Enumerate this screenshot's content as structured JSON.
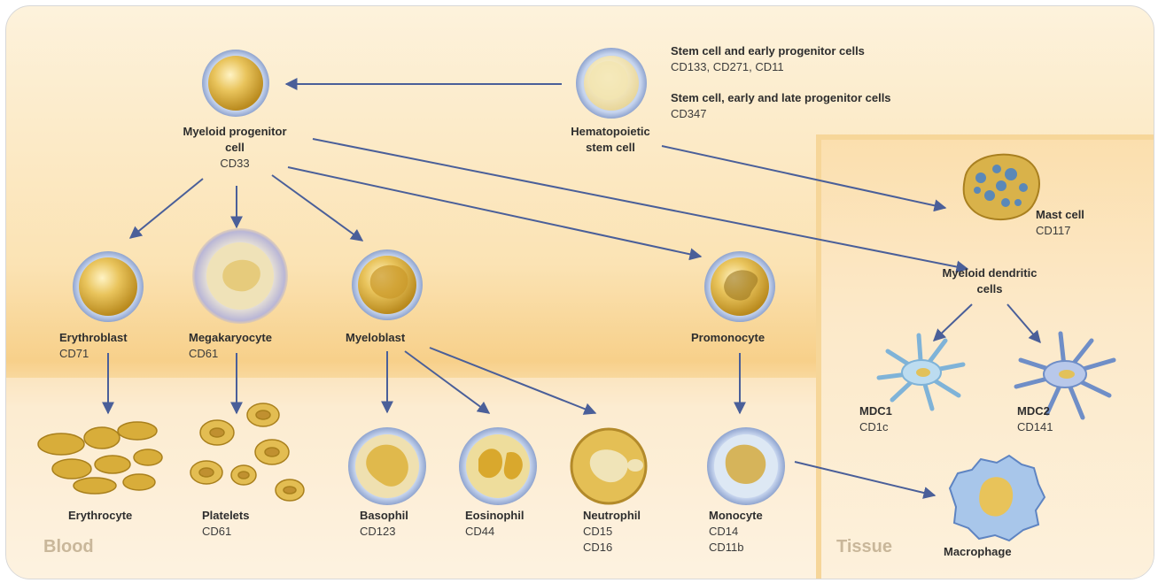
{
  "info": {
    "line1_title": "Stem cell and early progenitor cells",
    "line1_markers": "CD133, CD271, CD11",
    "line2_title": "Stem cell, early and late progenitor cells",
    "line2_markers": "CD347"
  },
  "cells": {
    "hsc": {
      "name": "Hematopoietic stem cell"
    },
    "myeloid_progenitor": {
      "name": "Myeloid progenitor cell",
      "marker": "CD33"
    },
    "mast_cell": {
      "name": "Mast cell",
      "marker": "CD117"
    },
    "myeloid_dendritic": {
      "name": "Myeloid dendritic cells"
    },
    "erythroblast": {
      "name": "Erythroblast",
      "marker": "CD71"
    },
    "megakaryocyte": {
      "name": "Megakaryocyte",
      "marker": "CD61"
    },
    "myeloblast": {
      "name": "Myeloblast"
    },
    "promonocyte": {
      "name": "Promonocyte"
    },
    "mdc1": {
      "name": "MDC1",
      "marker": "CD1c"
    },
    "mdc2": {
      "name": "MDC2",
      "marker": "CD141"
    },
    "erythrocyte": {
      "name": "Erythrocyte"
    },
    "platelets": {
      "name": "Platelets",
      "marker": "CD61"
    },
    "basophil": {
      "name": "Basophil",
      "marker": "CD123"
    },
    "eosinophil": {
      "name": "Eosinophil",
      "marker": "CD44"
    },
    "neutrophil": {
      "name": "Neutrophil",
      "marker1": "CD15",
      "marker2": "CD16"
    },
    "monocyte": {
      "name": "Monocyte",
      "marker1": "CD14",
      "marker2": "CD11b"
    },
    "macrophage": {
      "name": "Macrophage"
    }
  },
  "regions": {
    "blood": "Blood",
    "tissue": "Tissue"
  },
  "colors": {
    "arrow": "#4a5f99",
    "membrane": "#9fb6dc",
    "cytoplasm": "#e8c35a",
    "nucleus": "#d9a521"
  }
}
